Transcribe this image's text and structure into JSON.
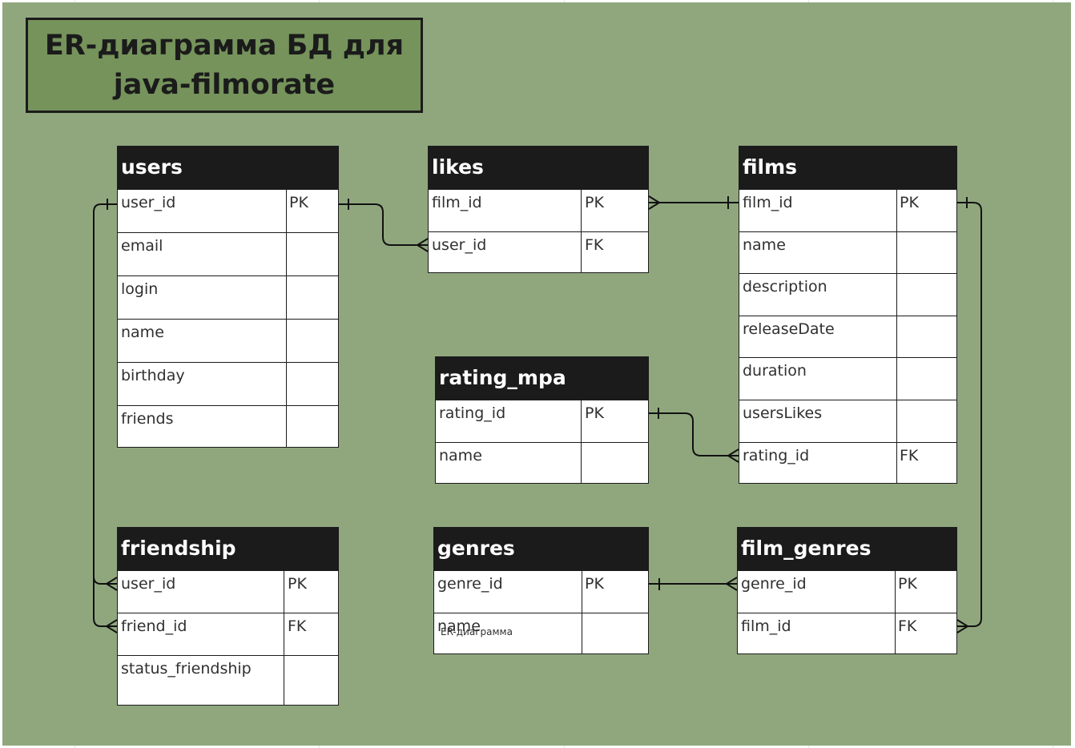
{
  "title": {
    "line1": "ER-диаграмма БД для",
    "line2": "java-filmorate"
  },
  "watermark": "ER-диаграмма",
  "entities": {
    "users": {
      "name": "users",
      "fields": [
        {
          "name": "user_id",
          "key": "PK"
        },
        {
          "name": "email",
          "key": ""
        },
        {
          "name": "login",
          "key": ""
        },
        {
          "name": "name",
          "key": ""
        },
        {
          "name": "birthday",
          "key": ""
        },
        {
          "name": "friends",
          "key": ""
        }
      ]
    },
    "likes": {
      "name": "likes",
      "fields": [
        {
          "name": "film_id",
          "key": "PK"
        },
        {
          "name": "user_id",
          "key": "FK"
        }
      ]
    },
    "films": {
      "name": "films",
      "fields": [
        {
          "name": "film_id",
          "key": "PK"
        },
        {
          "name": "name",
          "key": ""
        },
        {
          "name": "description",
          "key": ""
        },
        {
          "name": "releaseDate",
          "key": ""
        },
        {
          "name": "duration",
          "key": ""
        },
        {
          "name": "usersLikes",
          "key": ""
        },
        {
          "name": "rating_id",
          "key": "FK"
        }
      ]
    },
    "rating_mpa": {
      "name": "rating_mpa",
      "fields": [
        {
          "name": "rating_id",
          "key": "PK"
        },
        {
          "name": "name",
          "key": ""
        }
      ]
    },
    "friendship": {
      "name": "friendship",
      "fields": [
        {
          "name": "user_id",
          "key": "PK"
        },
        {
          "name": "friend_id",
          "key": "FK"
        },
        {
          "name": "status_friendship",
          "key": ""
        }
      ]
    },
    "genres": {
      "name": "genres",
      "fields": [
        {
          "name": "genre_id",
          "key": "PK"
        },
        {
          "name": "name",
          "key": ""
        }
      ]
    },
    "film_genres": {
      "name": "film_genres",
      "fields": [
        {
          "name": "genre_id",
          "key": "PK"
        },
        {
          "name": "film_id",
          "key": "FK"
        }
      ]
    }
  },
  "relationships": [
    {
      "from": "users.user_id",
      "to": "likes.user_id",
      "from_end": "one",
      "to_end": "many"
    },
    {
      "from": "films.film_id",
      "to": "likes.film_id",
      "from_end": "one",
      "to_end": "many"
    },
    {
      "from": "rating_mpa.rating_id",
      "to": "films.rating_id",
      "from_end": "one",
      "to_end": "many"
    },
    {
      "from": "users.user_id",
      "to": "friendship.user_id",
      "from_end": "one",
      "to_end": "many"
    },
    {
      "from": "users.user_id",
      "to": "friendship.friend_id",
      "from_end": "one",
      "to_end": "many"
    },
    {
      "from": "genres.genre_id",
      "to": "film_genres.genre_id",
      "from_end": "one",
      "to_end": "many"
    },
    {
      "from": "films.film_id",
      "to": "film_genres.film_id",
      "from_end": "one",
      "to_end": "many"
    }
  ]
}
